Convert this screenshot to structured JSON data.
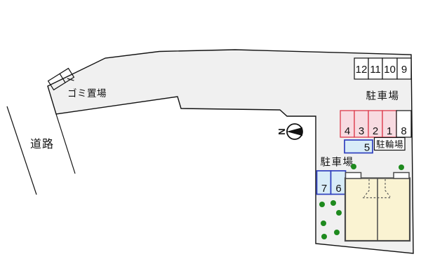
{
  "plan": {
    "road_label": "道路",
    "garbage_label": "ゴミ置場",
    "north_label": "N",
    "upper_parking": {
      "label": "駐車場",
      "spaces": [
        "12",
        "11",
        "10",
        "9"
      ]
    },
    "middle_parking": {
      "pink_spaces": [
        "4",
        "3",
        "2",
        "1"
      ],
      "space_8": "8",
      "space_5": "5"
    },
    "bicycle_label": "駐輪場",
    "lower_parking": {
      "label": "駐車場",
      "spaces": [
        "7",
        "6"
      ]
    },
    "colors": {
      "site_fill": "#f0f0f0",
      "outline": "#111111",
      "pink_space_fill": "#f8dbe1",
      "pink_space_border": "#dd3a4b",
      "blue_space_fill": "#d8ecf8",
      "blue_space_border": "#2f3fbe",
      "building_fill": "#faf3d2",
      "building_border": "#4a4a4a",
      "tree_green": "#1e8a1e"
    }
  }
}
